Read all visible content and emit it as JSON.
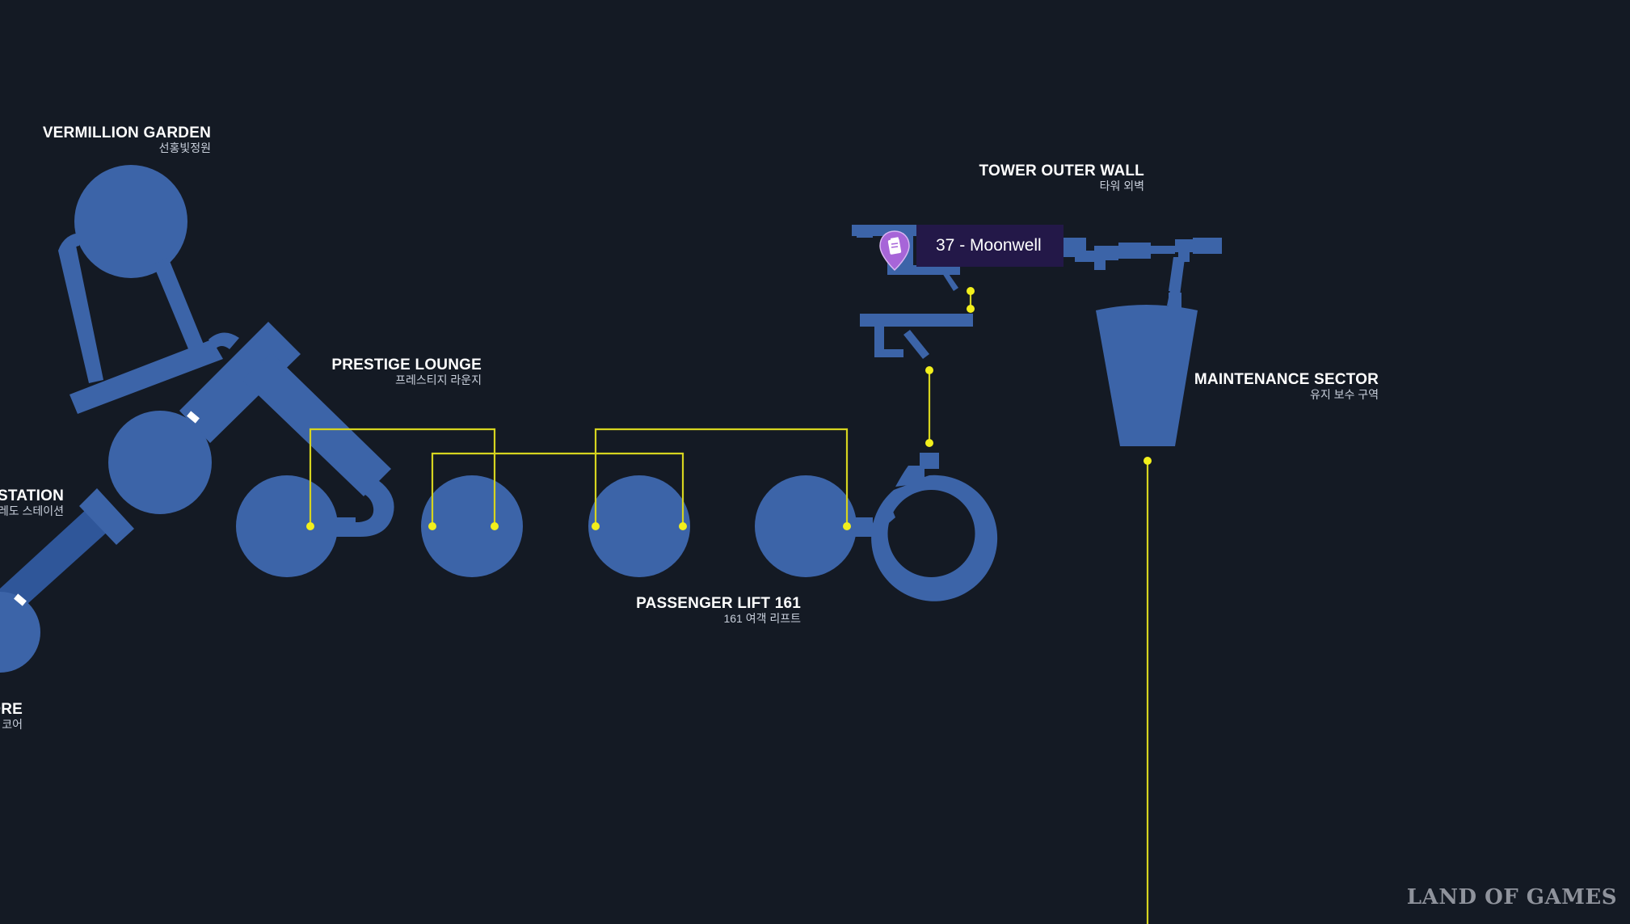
{
  "colors": {
    "background": "#141a24",
    "room": "#3c64a8",
    "connector": "#d6d41f",
    "node": "#f2ef1c",
    "marker": "#a765d8",
    "marker_tag": "#231848"
  },
  "areas": {
    "vermillion_garden": {
      "en": "VERMILLION GARDEN",
      "ko": "선홍빛정원"
    },
    "tower_outer_wall": {
      "en": "TOWER OUTER WALL",
      "ko": "타워 외벽"
    },
    "prestige_lounge": {
      "en": "PRESTIGE LOUNGE",
      "ko": "프레스티지 라운지"
    },
    "maintenance_sector": {
      "en": "MAINTENANCE SECTOR",
      "ko": "유지 보수 구역"
    },
    "station": {
      "en": "STATION",
      "ko": "레도 스테이션"
    },
    "passenger_lift": {
      "en": "PASSENGER LIFT 161",
      "ko": "161 여객 리프트"
    },
    "core": {
      "en": "ORE",
      "ko": "코어"
    }
  },
  "marker": {
    "label": "37 - Moonwell",
    "icon": "map-pin-icon"
  },
  "watermark": "LAND OF GAMES"
}
